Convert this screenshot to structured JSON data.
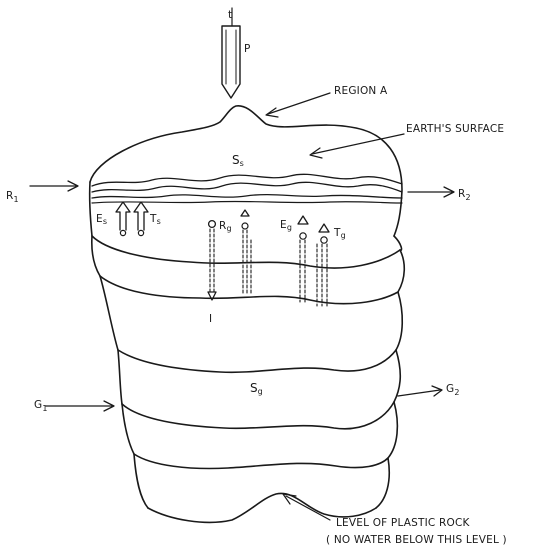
{
  "labels": {
    "t": "t",
    "p": "P",
    "region_a": "REGION A",
    "earths_surface": "EARTH'S SURFACE",
    "s_soil_main": "S",
    "s_soil_sub": "s",
    "r1_main": "R",
    "r1_sub": "1",
    "r2_main": "R",
    "r2_sub": "2",
    "es_main": "E",
    "es_sub": "s",
    "ts_main": "T",
    "ts_sub": "s",
    "rg_main": "R",
    "rg_sub": "g",
    "eg_main": "E",
    "eg_sub": "g",
    "tg_main": "T",
    "tg_sub": "g",
    "i": "I",
    "g1_main": "G",
    "g1_sub": "1",
    "g2_main": "G",
    "g2_sub": "2",
    "sg_main": "S",
    "sg_sub": "g",
    "plastic_rock_1": "LEVEL OF PLASTIC ROCK",
    "plastic_rock_2": "( NO WATER BELOW THIS LEVEL )"
  }
}
